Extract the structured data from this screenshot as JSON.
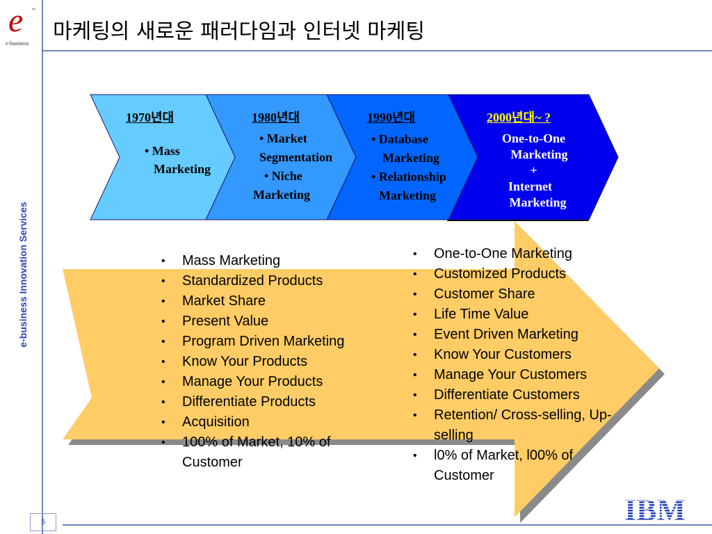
{
  "header": {
    "title": "마케팅의 새로운 패러다임과 인터넷 마케팅",
    "logo_tm": "™",
    "logo_caption": "e-business"
  },
  "side_label": "e-business Innovation Services",
  "page_number": "5",
  "brand_logo_text": "IBM",
  "colors": {
    "era1": "#66ccff",
    "era2": "#3399ff",
    "era3": "#0066ff",
    "era4": "#0000ee",
    "big_arrow": "#ffcc66",
    "rule": "#6d86b8",
    "accent_text": "#2a46b8",
    "title_era4": "#ffff00"
  },
  "eras": [
    {
      "heading": "1970년대",
      "lines": [
        "• Mass",
        "  Marketing"
      ]
    },
    {
      "heading": "1980년대",
      "lines": [
        "• Market",
        "Segmentation",
        "• Niche",
        "Marketing"
      ]
    },
    {
      "heading": "1990년대",
      "lines": [
        "• Database",
        "  Marketing",
        "• Relationship",
        "  Marketing"
      ]
    },
    {
      "heading": "2000년대~ ?",
      "lines": [
        "One-to-One",
        "Marketing",
        "+",
        "Internet",
        "Marketing"
      ]
    }
  ],
  "left_list": [
    "Mass Marketing",
    "Standardized Products",
    "Market Share",
    "Present Value",
    "Program Driven Marketing",
    "Know Your Products",
    "Manage Your Products",
    "Differentiate Products",
    "Acquisition",
    "100% of Market, 10% of Customer"
  ],
  "right_list": [
    "One-to-One Marketing",
    "Customized Products",
    "Customer Share",
    "Life Time Value",
    "Event Driven Marketing",
    "Know Your Customers",
    "Manage Your Customers",
    "Differentiate Customers",
    "Retention/ Cross-selling, Up-selling",
    "l0% of Market, l00% of Customer"
  ]
}
